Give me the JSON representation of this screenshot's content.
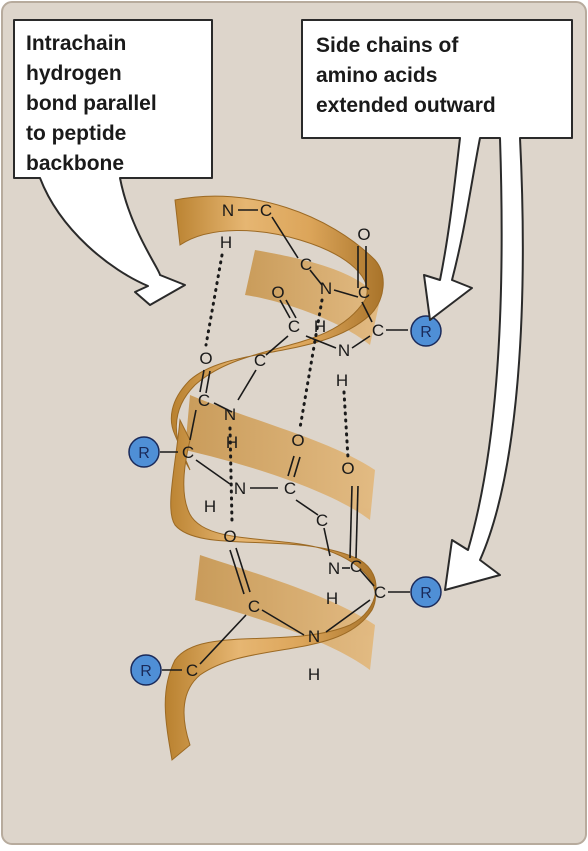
{
  "callouts": {
    "left": [
      "Intrachain",
      "hydrogen",
      "bond parallel",
      "to peptide",
      "backbone"
    ],
    "right": [
      "Side chains of",
      "amino acids",
      "extended outward"
    ]
  },
  "atoms": {
    "N": "N",
    "C": "C",
    "H": "H",
    "O": "O",
    "R": "R"
  },
  "colors": {
    "background": "#ddd5cb",
    "ribbon": "#d9a55c",
    "ribbon_dark": "#b07a30",
    "side_chain_fill": "#4f8fd6",
    "callout_fill": "#ffffff"
  }
}
